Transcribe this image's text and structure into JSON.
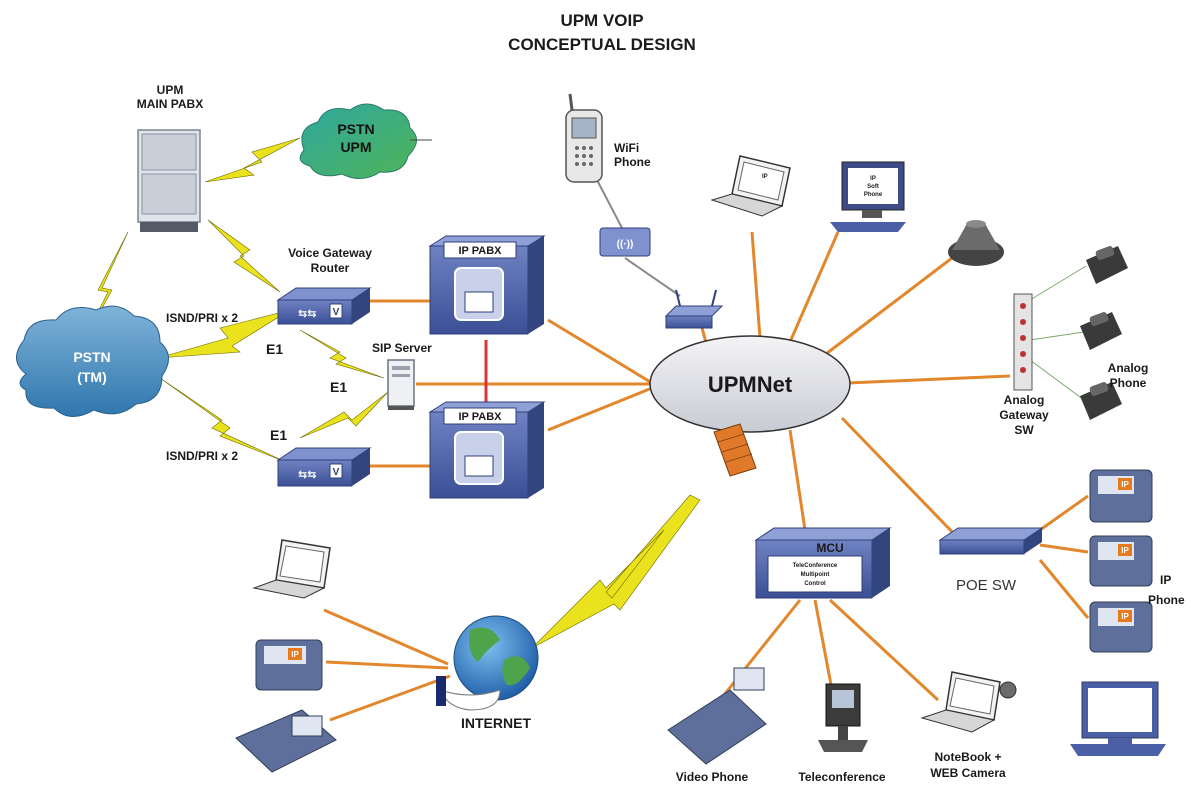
{
  "diagram": {
    "title_line1": "UPM VOIP",
    "title_line2": "CONCEPTUAL DESIGN",
    "colors": {
      "link": "#e2872b",
      "wan": "#e9e21c",
      "device": "#4a5fa6",
      "pabx_link": "#d93535",
      "cloud": "#3c86b9"
    },
    "nodes": {
      "main_pabx": {
        "line1": "UPM",
        "line2": "MAIN PABX"
      },
      "pstn_upm": {
        "line1": "PSTN",
        "line2": "UPM"
      },
      "pstn_tm": {
        "line1": "PSTN",
        "line2": "(TM)"
      },
      "voice_gateway": {
        "line1": "Voice Gateway",
        "line2": "Router"
      },
      "isdn_top": "ISND/PRI x 2",
      "isdn_bottom": "ISND/PRI x 2",
      "e1_a": "E1",
      "e1_b": "E1",
      "e1_c": "E1",
      "sip_server": "SIP Server",
      "ip_pabx_1": "IP PABX",
      "ip_pabx_2": "IP PABX",
      "wifi_phone": {
        "line1": "WiFi",
        "line2": "Phone"
      },
      "upmnet": "UPMNet",
      "analog_gateway": {
        "line1": "Analog",
        "line2": "Gateway",
        "line3": "SW"
      },
      "analog_phone": {
        "line1": "Analog",
        "line2": "Phone"
      },
      "mcu": {
        "title": "MCU",
        "line1": "TeleConference",
        "line2": "Multipoint",
        "line3": "Control"
      },
      "poe_sw": "POE SW",
      "ip_phone": {
        "line1": "IP",
        "line2": "Phone"
      },
      "internet": "INTERNET",
      "video_phone": "Video Phone",
      "teleconference": "Teleconference",
      "notebook": {
        "line1": "NoteBook +",
        "line2": "WEB Camera"
      },
      "ip_badge": "IP",
      "softphone_screen": {
        "line1": "IP",
        "line2": "Soft",
        "line3": "Phone"
      }
    }
  }
}
